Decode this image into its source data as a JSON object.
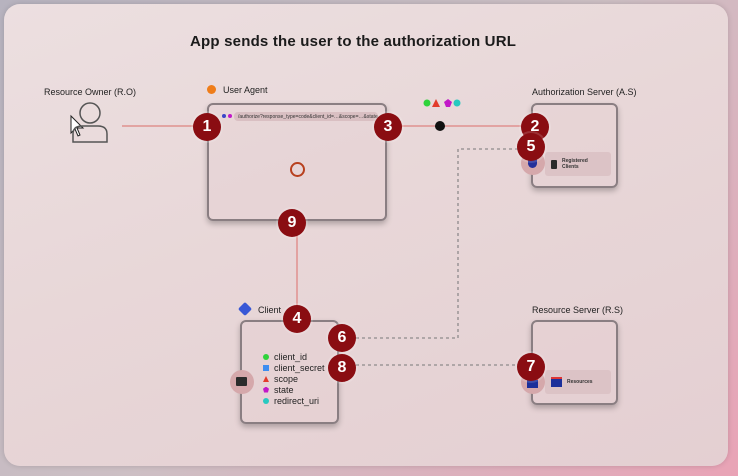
{
  "title": "App sends the user to the authorization URL",
  "actors": {
    "resource_owner": "Resource Owner (R.O)",
    "user_agent": "User Agent",
    "authorization_server": "Authorization Server (A.S)",
    "client": "Client",
    "resource_server": "Resource Server (R.S)"
  },
  "user_agent": {
    "url": "/authorize?response_type=code&client_id=…&scope=…&state=…&redirect_uri=…"
  },
  "authorization_server": {
    "registered_clients": "Registered Clients"
  },
  "resource_server": {
    "resources": "Resources"
  },
  "client": {
    "params": [
      {
        "label": "client_id",
        "color": "#2fd33b",
        "shape": "circle"
      },
      {
        "label": "client_secret",
        "color": "#3d8df0",
        "shape": "square"
      },
      {
        "label": "scope",
        "color": "#e23c2c",
        "shape": "triangle"
      },
      {
        "label": "state",
        "color": "#c218c8",
        "shape": "pentagon"
      },
      {
        "label": "redirect_uri",
        "color": "#27c9c0",
        "shape": "circle"
      }
    ]
  },
  "markers": [
    "1",
    "2",
    "3",
    "4",
    "5",
    "6",
    "7",
    "8",
    "9"
  ],
  "colors": {
    "marker": "#8a0d12",
    "connector": "#e0918f",
    "dashed": "#8e8a8c"
  }
}
